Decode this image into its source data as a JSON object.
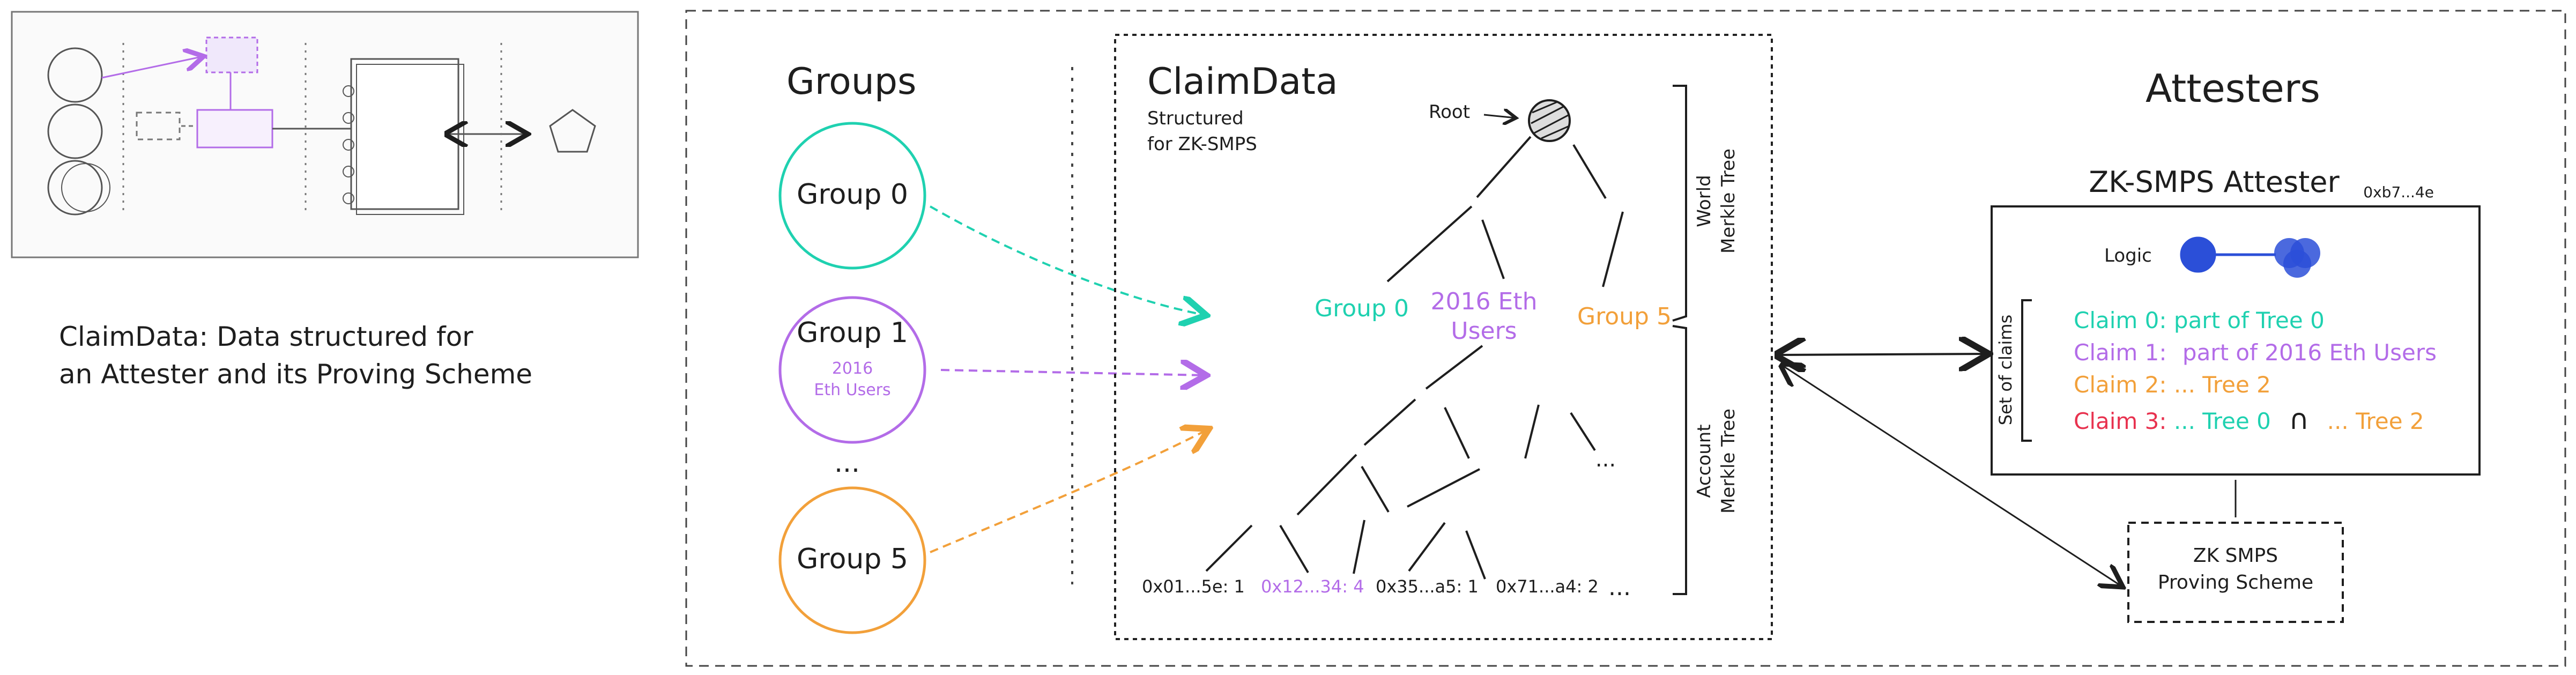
{
  "caption": {
    "line1": "ClaimData: Data structured for",
    "line2": "an Attester and its Proving Scheme"
  },
  "groups": {
    "title": "Groups",
    "items": [
      {
        "label": "Group 0",
        "sub1": "",
        "sub2": "",
        "color": "#1fd1b0"
      },
      {
        "label": "Group 1",
        "sub1": "2016",
        "sub2": "Eth Users",
        "color": "#b36ce8"
      },
      {
        "label": "Group 5",
        "sub1": "",
        "sub2": "",
        "color": "#f2a03a"
      }
    ],
    "ellipsis": "..."
  },
  "claimdata": {
    "title": "ClaimData",
    "subtitle1": "Structured",
    "subtitle2": "for ZK-SMPS",
    "root_label": "Root",
    "world_groups": [
      {
        "label": "Group 0",
        "color": "#1fd1b0"
      },
      {
        "label": "2016 Eth",
        "label2": "Users",
        "color": "#b36ce8"
      },
      {
        "label": "Group 5",
        "color": "#f2a03a"
      }
    ],
    "leaves": [
      {
        "label": "0x01...5e: 1",
        "color": "#1e1e1e"
      },
      {
        "label": "0x12...34: 4",
        "color": "#b36ce8"
      },
      {
        "label": "0x35...a5: 1",
        "color": "#1e1e1e"
      },
      {
        "label": "0x71...a4: 2",
        "color": "#1e1e1e"
      }
    ],
    "leaf_more": "...",
    "tree_more": "...",
    "world_tree_1": "World",
    "world_tree_2": "Merkle Tree",
    "account_tree_1": "Account",
    "account_tree_2": "Merkle Tree"
  },
  "attesters": {
    "title": "Attesters",
    "box_title": "ZK-SMPS Attester",
    "address": "0xb7...4e",
    "logic_label": "Logic",
    "set_of_claims": "Set of claims",
    "claims": [
      {
        "prefix": "Claim 0:",
        "text": "part of Tree 0",
        "color": "#1fd1b0"
      },
      {
        "prefix": "Claim 1:",
        "text": "part of 2016 Eth Users",
        "color": "#b36ce8"
      },
      {
        "prefix": "Claim 2:",
        "text": "... Tree 2",
        "color": "#f2a03a"
      }
    ],
    "claim3": {
      "prefix": "Claim 3:",
      "part1": "... Tree 0",
      "op": "∩",
      "part2": "... Tree 2",
      "prefix_color": "#e8324f",
      "part1_color": "#1fd1b0",
      "part2_color": "#f2a03a"
    },
    "proving_1": "ZK SMPS",
    "proving_2": "Proving Scheme"
  }
}
